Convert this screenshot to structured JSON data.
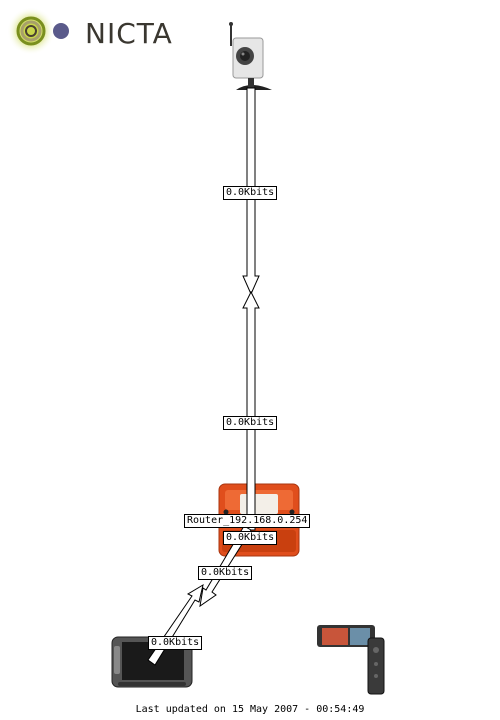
{
  "logo": {
    "text": "NICTA",
    "colors": {
      "ring": "#7a8f1e",
      "dot": "#5a5a8a",
      "text": "#3a3730"
    }
  },
  "devices": [
    {
      "id": "camera",
      "icon": "network-camera-icon"
    },
    {
      "id": "router",
      "icon": "router-box-icon",
      "label": "Router_192.168.0.254",
      "color": "#e04e1c"
    },
    {
      "id": "media-player",
      "icon": "portable-media-player-icon"
    },
    {
      "id": "phone",
      "icon": "mobile-phone-icon"
    }
  ],
  "links": [
    {
      "id": "camera-down",
      "rate": "0.0Kbits"
    },
    {
      "id": "router-up",
      "rate": "0.0Kbits"
    },
    {
      "id": "router-down",
      "rate": "0.0Kbits"
    },
    {
      "id": "player-mid",
      "rate": "0.0Kbits"
    },
    {
      "id": "player-up",
      "rate": "0.0Kbits"
    }
  ],
  "footer": {
    "text": "Last updated on 15 May 2007 - 00:54:49"
  }
}
